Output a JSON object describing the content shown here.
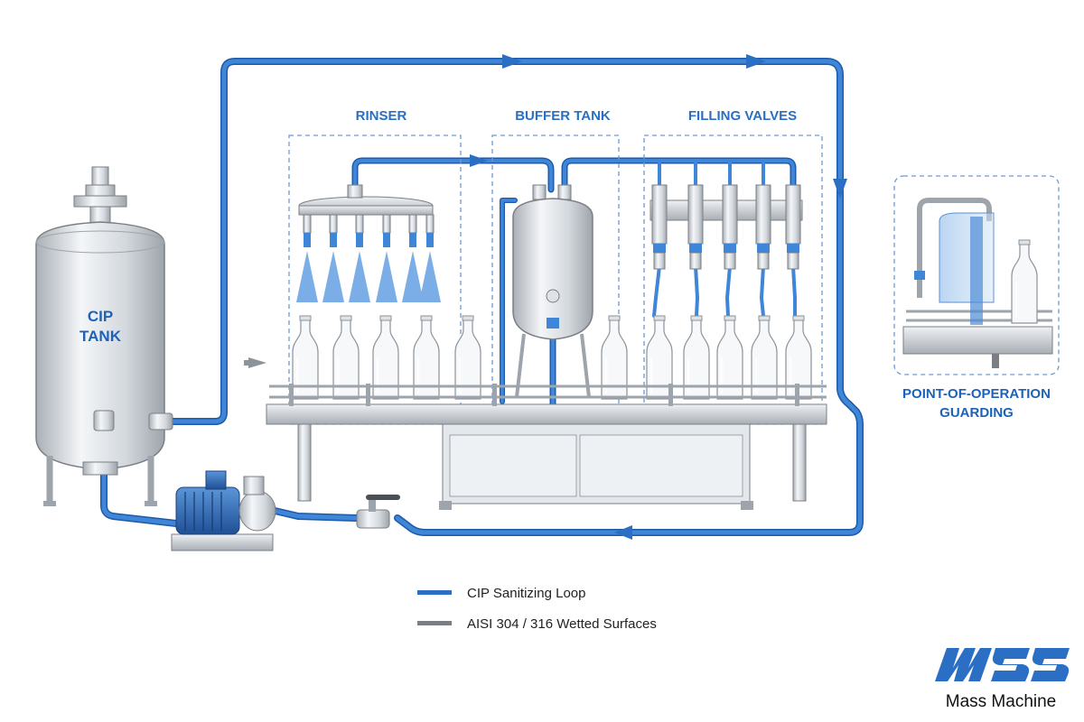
{
  "sections": {
    "rinser": "RINSER",
    "buffer_tank": "BUFFER TANK",
    "filling_valves": "FILLING VALVES",
    "cip_tank_line1": "CIP",
    "cip_tank_line2": "TANK",
    "guarding_line1": "POINT-OF-OPERATION",
    "guarding_line2": "GUARDING"
  },
  "legend": {
    "items": [
      {
        "label": "CIP Sanitizing Loop",
        "color": "#2a6fc4"
      },
      {
        "label": "AISI 304 / 316 Wetted Surfaces",
        "color": "#7a7f86"
      }
    ]
  },
  "brand": {
    "name": "Mass Machine",
    "logo_icon": "mss-logo-icon",
    "logo_letters": "MSS"
  },
  "colors": {
    "pipe_blue": "#2a6fc4",
    "steel": "#c9ced4",
    "steel_dark": "#7a7f86",
    "dashed_box": "#6a9ad6"
  }
}
